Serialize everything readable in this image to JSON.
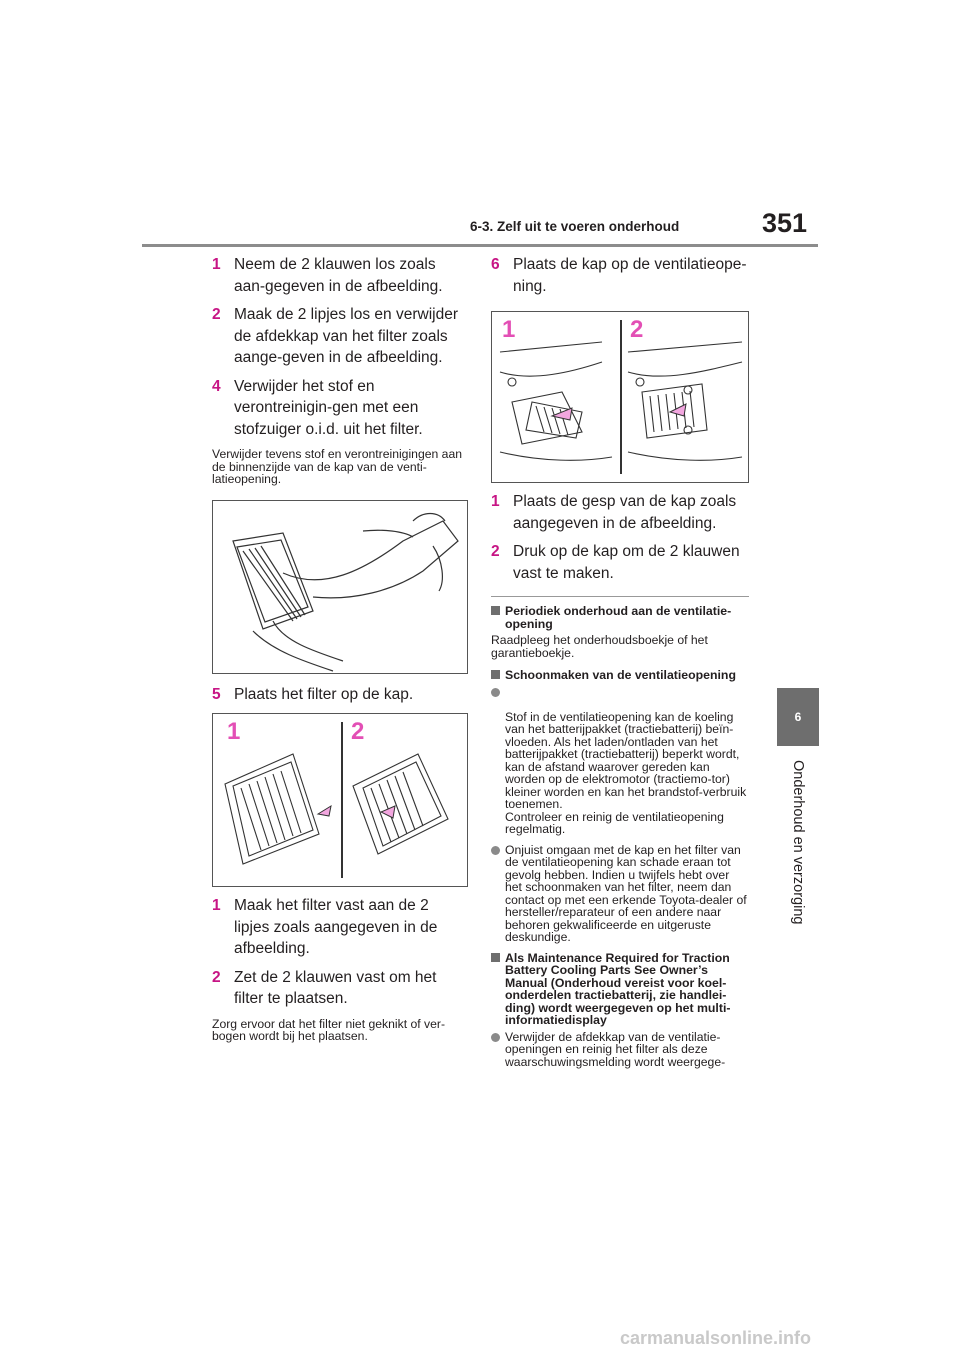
{
  "header": {
    "section": "6-3. Zelf uit te voeren onderhoud",
    "page_number": "351"
  },
  "side_tab": {
    "chapter_number": "6",
    "chapter_title": "Onderhoud en verzorging"
  },
  "left_column": {
    "steps_a": [
      {
        "num": "1",
        "text": "Neem de 2 klauwen los zoals aan-gegeven in de afbeelding."
      },
      {
        "num": "2",
        "text": "Maak de 2 lipjes los en verwijder de afdekkap van het filter zoals aange-geven in de afbeelding."
      },
      {
        "num": "4",
        "text": "Verwijder het stof en verontreinigin-gen met een stofzuiger o.i.d. uit het filter."
      }
    ],
    "note_a": "Verwijder tevens stof en verontreinigingen aan de binnenzijde van de kap van de venti-latieopening.",
    "step_5": {
      "num": "5",
      "text": "Plaats het filter op de kap."
    },
    "figure_labels": {
      "left": "1",
      "right": "2"
    },
    "steps_b": [
      {
        "num": "1",
        "text": "Maak het filter vast aan de 2 lipjes zoals aangegeven in de afbeelding."
      },
      {
        "num": "2",
        "text": "Zet de 2 klauwen vast om het filter te plaatsen."
      }
    ],
    "note_b": "Zorg ervoor dat het filter niet geknikt of ver-bogen wordt bij het plaatsen."
  },
  "right_column": {
    "step_6": {
      "num": "6",
      "text": "Plaats de kap op de ventilatieope-ning."
    },
    "figure_labels": {
      "left": "1",
      "right": "2"
    },
    "steps": [
      {
        "num": "1",
        "text": "Plaats de gesp van de kap zoals aangegeven in de afbeelding."
      },
      {
        "num": "2",
        "text": "Druk op de kap om de 2 klauwen vast te maken."
      }
    ],
    "section1": {
      "title": "Periodiek onderhoud aan de ventilatie-opening",
      "text": "Raadpleeg het onderhoudsboekje of het garantieboekje."
    },
    "section2": {
      "title": "Schoonmaken van de ventilatieopening",
      "bullets": [
        "Stof in de ventilatieopening kan de koeling van het batterijpakket (tractiebatterij) beïn-vloeden. Als het laden/ontladen van het batterijpakket (tractiebatterij) beperkt wordt, kan de afstand waarover gereden kan worden op de elektromotor (tractiemo-tor) kleiner worden en kan het brandstof-verbruik toenemen.\nControleer en reinig de ventilatieopening regelmatig.",
        "Onjuist omgaan met de kap en het filter van de ventilatieopening kan schade eraan tot gevolg hebben. Indien u twijfels hebt over het schoonmaken van het filter, neem dan contact op met een erkende Toyota-dealer of hersteller/reparateur of een andere naar behoren gekwalificeerde en uitgeruste deskundige."
      ]
    },
    "section3": {
      "title": "Als Maintenance Required for Traction Battery Cooling Parts See Owner’s Manual (Onderhoud vereist voor koel-onderdelen tractiebatterij, zie handlei-ding) wordt weergegeven op het multi-informatiedisplay",
      "bullets": [
        "Verwijder de afdekkap van de ventilatie-openingen en reinig het filter als deze waarschuwingsmelding wordt weergege-"
      ]
    }
  },
  "watermark": "carmanualsonline.info",
  "colors": {
    "accent": "#c71585",
    "figure_label": "#e34fb5",
    "tab": "#6e6e6e"
  }
}
